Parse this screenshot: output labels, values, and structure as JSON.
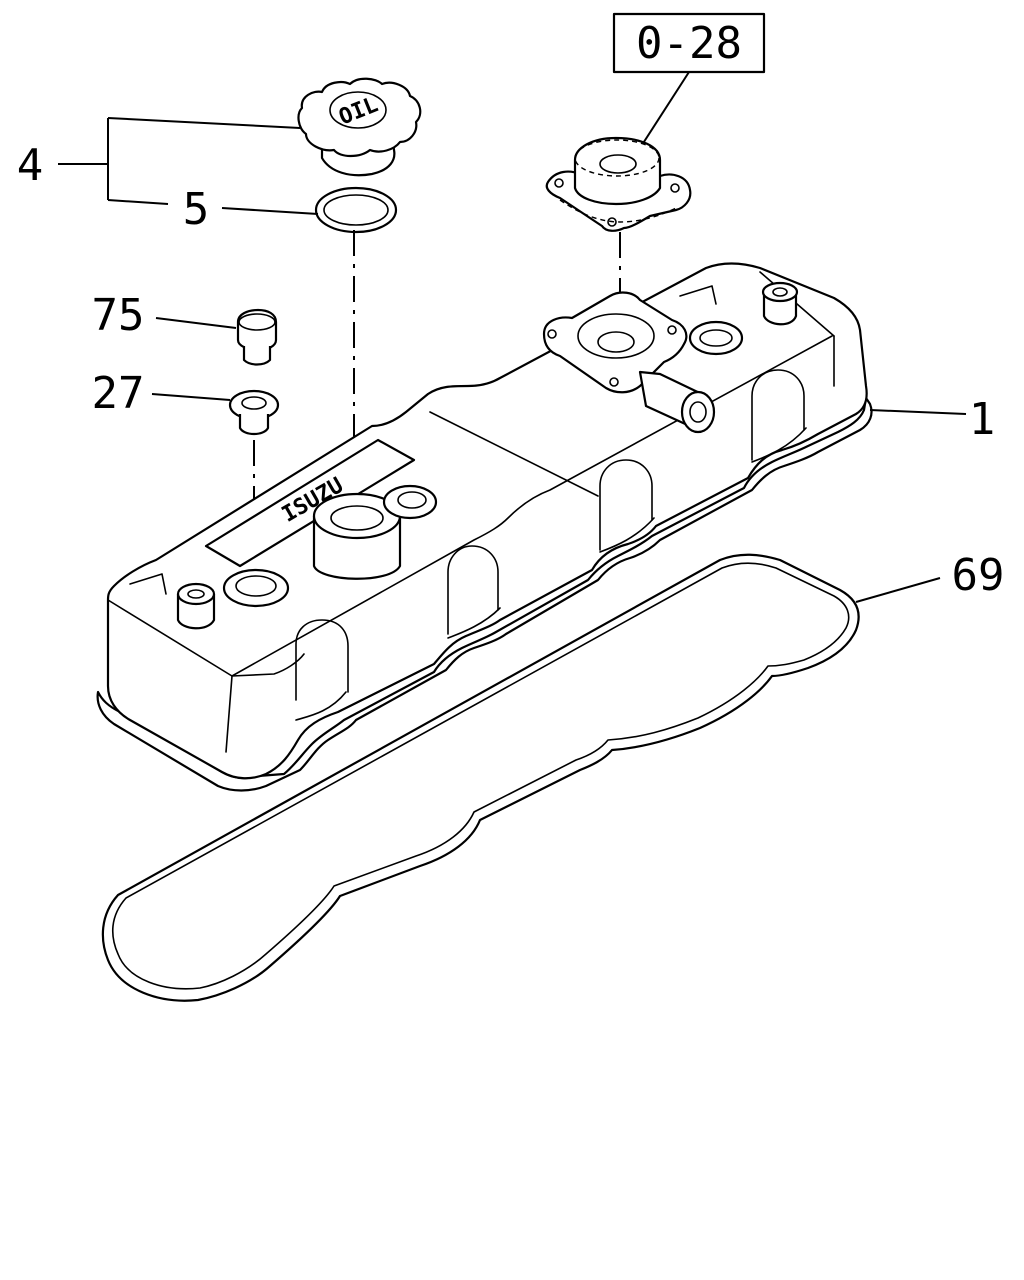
{
  "diagram": {
    "reference_box": {
      "text": "0-28"
    },
    "callouts": [
      {
        "id": "c1",
        "text": "1"
      },
      {
        "id": "c4",
        "text": "4"
      },
      {
        "id": "c5",
        "text": "5"
      },
      {
        "id": "c27",
        "text": "27"
      },
      {
        "id": "c69",
        "text": "69"
      },
      {
        "id": "c75",
        "text": "75"
      }
    ],
    "cap_marking": "OIL",
    "cover_marking": "ISUZU"
  }
}
